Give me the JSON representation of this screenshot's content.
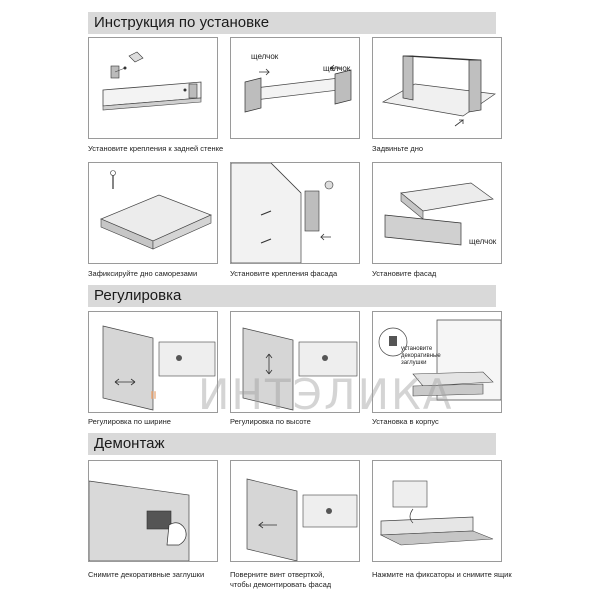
{
  "sections": {
    "install": "Инструкция по установке",
    "adjust": "Регулировка",
    "dismantle": "Демонтаж"
  },
  "captions": {
    "c1": "Установите крепления к задней стенке",
    "c2": "",
    "c3": "Задвиньте дно",
    "c4": "Зафиксируйте дно саморезами",
    "c5": "Установите крепления фасада",
    "c6": "Установите фасад",
    "c7": "Регулировка по ширине",
    "c8": "Регулировка по высоте",
    "c9": "Установка в корпус",
    "c10": "Снимите декоративные заглушки",
    "c11_line1": "Поверните винт отверткой,",
    "c11_line2": "чтобы демонтировать фасад",
    "c12": "Нажмите на фиксаторы и снимите ящик"
  },
  "labels": {
    "click_a": "щелчок",
    "click_b": "щелчок",
    "click_c": "щелчок",
    "cap_line1": "установите",
    "cap_line2": "декоративные",
    "cap_line3": "заглушки"
  },
  "watermark": {
    "text": "ИНТЭЛИКА",
    "logo_color": "#e8a06a"
  }
}
